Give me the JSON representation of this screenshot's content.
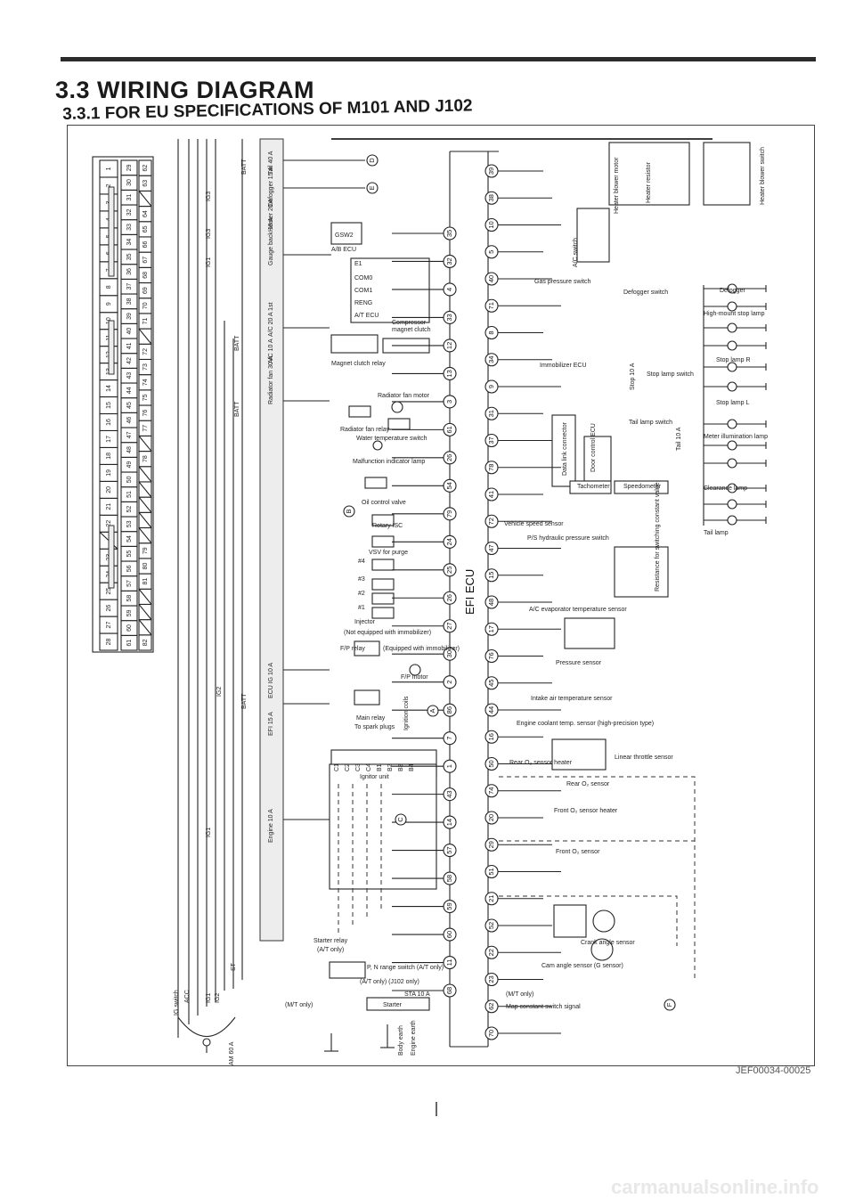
{
  "header": {
    "title": "3.3 WIRING DIAGRAM",
    "subtitle": "3.3.1  FOR EU SPECIFICATIONS OF M101 AND J102"
  },
  "footer": {
    "doc_code": "JEF00034-00025",
    "watermark": "carmanualsonline.info"
  },
  "diagram": {
    "ecu_label": "EFI ECU",
    "connector_rows": [
      [
        "28",
        "27",
        "26",
        "25",
        "24",
        "23",
        "",
        "22",
        "21",
        "20",
        "19",
        "18",
        "17",
        "16",
        "15",
        "14",
        "13",
        "12",
        "11",
        "10",
        "9",
        "8",
        "7",
        "6",
        "5",
        "4",
        "3",
        "2",
        "1"
      ],
      [
        "61",
        "60",
        "59",
        "58",
        "57",
        "56",
        "55",
        "54",
        "53",
        "52",
        "51",
        "50",
        "49",
        "48",
        "47",
        "46",
        "45",
        "44",
        "43",
        "42",
        "41",
        "40",
        "39",
        "38",
        "37",
        "36",
        "35",
        "34",
        "33",
        "32",
        "31",
        "30",
        "29"
      ],
      [
        "82",
        "",
        "",
        "",
        "81",
        "80",
        "79",
        "",
        "",
        "",
        "",
        "",
        "78",
        "",
        "77",
        "76",
        "75",
        "74",
        "73",
        "72",
        "",
        "71",
        "70",
        "69",
        "68",
        "67",
        "66",
        "65",
        "64",
        "",
        "63",
        "62"
      ]
    ],
    "fuses": [
      "Tail 40 A",
      "Defogger 15 A",
      "Heater 20 A",
      "Gauge back 10 A",
      "A/C 20 A 1st",
      "A/C 10 A",
      "Radiator fan 30 A",
      "ECU IG 10 A",
      "EFI 15 A",
      "Engine 10 A",
      "AM 60 A"
    ],
    "supply_labels": [
      "BATT",
      "IG3",
      "IG3",
      "IG1",
      "BATT",
      "BATT",
      "IG2",
      "BATT",
      "IG1",
      "ST",
      "ACC",
      "IG1",
      "IG2",
      "IG switch"
    ],
    "terminal_letters": [
      "D",
      "E",
      "A",
      "B",
      "C",
      "F"
    ],
    "left_components": [
      "GSW2",
      "A/B ECU",
      "E1",
      "COM0",
      "COM1",
      "RENG",
      "A/T ECU",
      "Compressor",
      "magnet clutch",
      "Magnet clutch relay",
      "Radiator fan motor",
      "Radiator fan relay",
      "Water temperature switch",
      "Malfunction indicator lamp",
      "Oil control valve",
      "Rotary ISC",
      "VSV for purge",
      "#4",
      "#3",
      "#2",
      "#1",
      "Injector",
      "(Not equipped with immobilizer)",
      "F/P relay",
      "(Equipped with immobilizer)",
      "F/P motor",
      "Main relay",
      "To spark plugs",
      "Ignition coils",
      "Ignitor unit",
      "Starter relay",
      "(A/T only)",
      "P, N range switch (A/T only)",
      "(A/T only)  (J102 only)",
      "STA 10 A",
      "Starter",
      "(M/T only)",
      "Body earth",
      "Engine earth"
    ],
    "right_components": [
      "Heater blower motor",
      "Heater resistor",
      "Heater blower switch",
      "A/C switch",
      "Gas pressure switch",
      "Defogger switch",
      "Defogger",
      "High-mount stop lamp",
      "Stop lamp R",
      "Stop lamp L",
      "Immobilizer ECU",
      "Stop 10 A",
      "Stop lamp switch",
      "Tail lamp switch",
      "Tail 10 A",
      "Meter illumination lamp",
      "Data link connector",
      "Door control ECU",
      "Tachometer",
      "Speedometer",
      "Clearance lamp",
      "Tail lamp",
      "Vehicle speed sensor",
      "P/S hydraulic pressure switch",
      "Resistance for switching constant value",
      "A/C evaporator temperature sensor",
      "Pressure sensor",
      "Intake air temperature sensor",
      "Engine coolant temp. sensor (high-precision type)",
      "Linear throttle sensor",
      "Rear O₂ sensor heater",
      "Rear O₂ sensor",
      "Front O₂ sensor heater",
      "Front O₂ sensor",
      "Crank angle sensor",
      "Cam angle sensor (G sensor)",
      "(M/T only)",
      "Map constant switch signal"
    ],
    "left_pins": [
      "35",
      "32",
      "4",
      "33",
      "12",
      "13",
      "3",
      "61",
      "26",
      "54",
      "79",
      "24",
      "25",
      "26",
      "27",
      "30",
      "2",
      "86",
      "7",
      "1",
      "43",
      "14",
      "57",
      "58",
      "59",
      "60",
      "11",
      "68"
    ],
    "right_pins": [
      "39",
      "38",
      "10",
      "5",
      "40",
      "71",
      "8",
      "34",
      "9",
      "31",
      "37",
      "78",
      "41",
      "72",
      "47",
      "15",
      "48",
      "17",
      "76",
      "45",
      "44",
      "16",
      "50",
      "74",
      "20",
      "29",
      "51",
      "21",
      "52",
      "22",
      "23",
      "62",
      "70"
    ],
    "ignitor_pins": [
      "C1",
      "C2",
      "C3",
      "C4",
      "B1",
      "B2",
      "B3",
      "B4"
    ]
  }
}
